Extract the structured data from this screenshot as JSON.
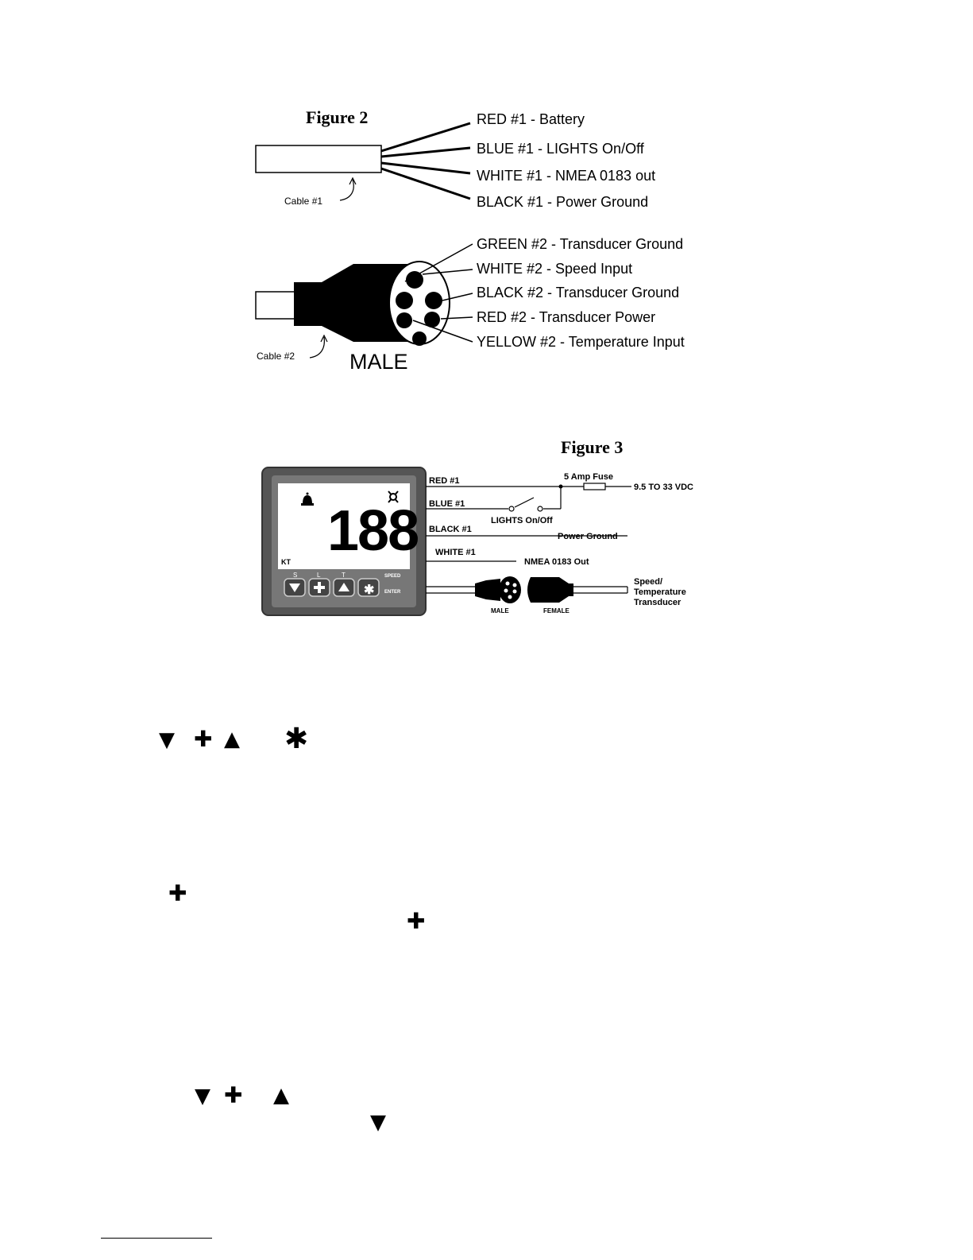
{
  "figure2": {
    "title": "Figure 2",
    "cable1_label": "Cable #1",
    "cable2_label": "Cable #2",
    "male_label": "MALE",
    "cable1_wires": [
      "RED #1 -  Battery",
      "BLUE #1 - LIGHTS On/Off",
      "WHITE #1 - NMEA 0183 out",
      "BLACK #1 - Power Ground"
    ],
    "cable2_pins": [
      "GREEN #2 - Transducer Ground",
      "WHITE #2 - Speed Input",
      "BLACK #2 - Transducer Ground",
      "RED #2 - Transducer Power",
      "YELLOW #2 - Temperature Input"
    ]
  },
  "figure3": {
    "title": "Figure 3",
    "wire_red": "RED #1",
    "wire_blue": "BLUE #1",
    "wire_black": "BLACK #1",
    "wire_white": "WHITE #1",
    "fuse": "5 Amp Fuse",
    "supply": "9.5 TO 33 VDC",
    "lights": "LIGHTS On/Off",
    "power_ground": "Power Ground",
    "nmea_out": "NMEA 0183 Out",
    "transducer_1": "Speed/",
    "transducer_2": "Temperature",
    "transducer_3": "Transducer",
    "male": "MALE",
    "female": "FEMALE",
    "display": {
      "digits": "188",
      "unit": "KT",
      "key_labels": [
        "S",
        "L",
        "T"
      ],
      "speed": "SPEED",
      "enter": "ENTER"
    }
  },
  "glyphs": {
    "down": "▼",
    "plus": "✚",
    "up": "▲",
    "star": "✱"
  }
}
